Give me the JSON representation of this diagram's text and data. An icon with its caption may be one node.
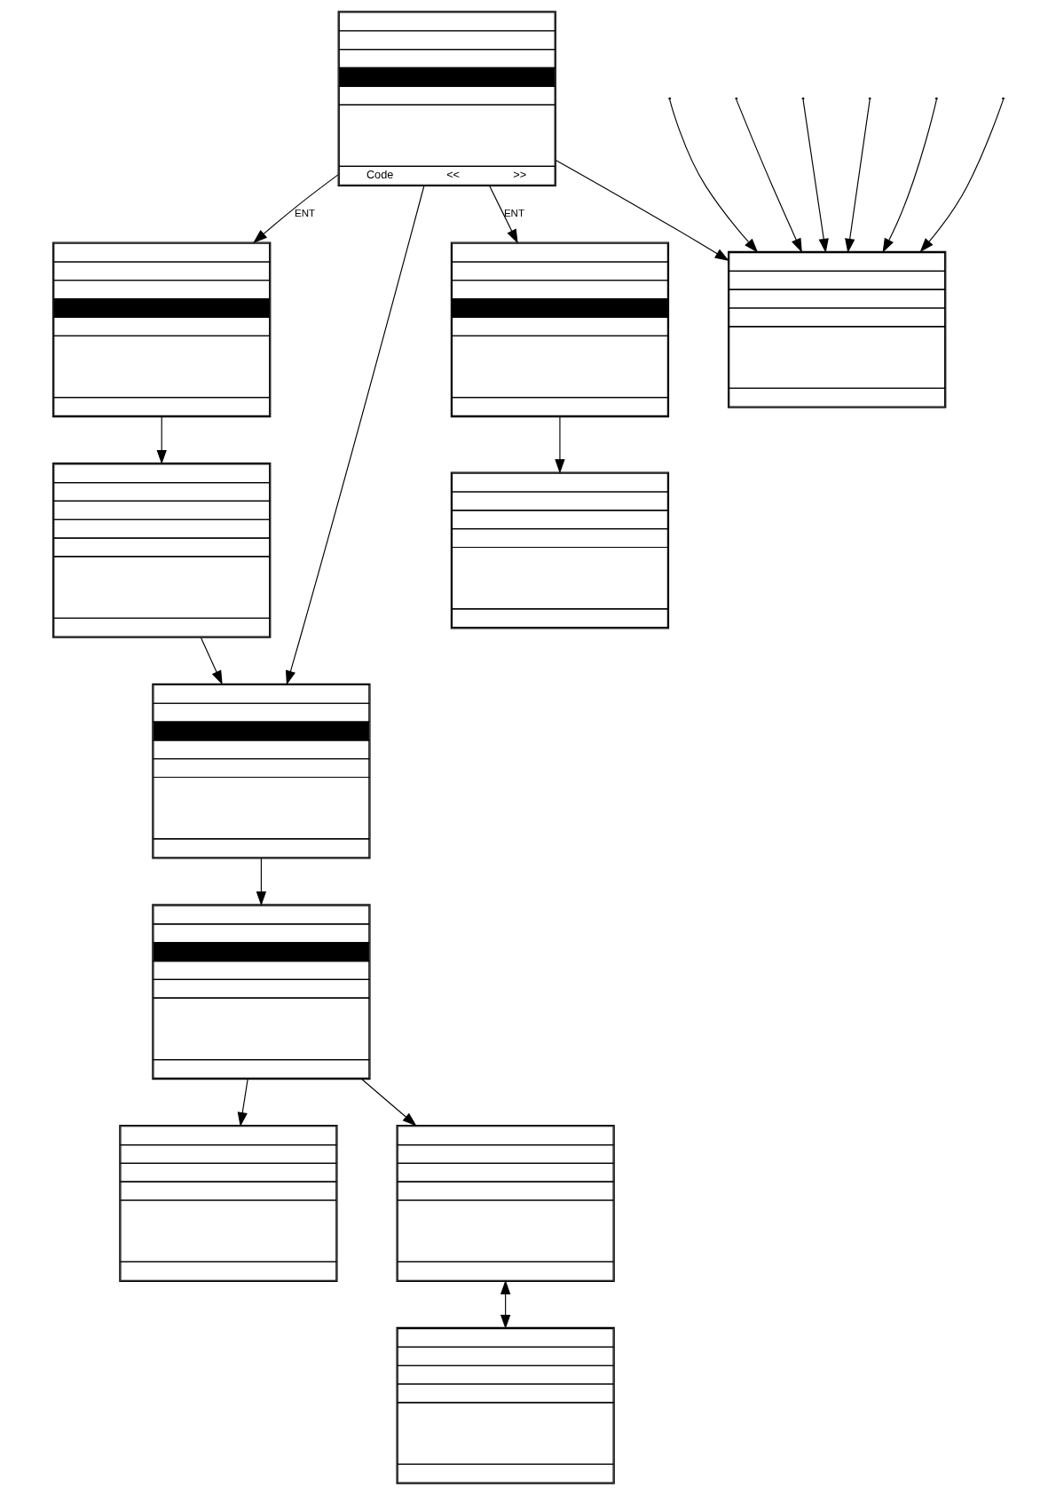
{
  "diagram": {
    "nodes": [
      {
        "text": [
          "Code",
          "<<",
          ">>"
        ]
      },
      {
        "text": [],
        "shape": "box"
      },
      {
        "text": [],
        "shape": "box"
      },
      {
        "text": [],
        "shape": "box"
      },
      {
        "text": [],
        "shape": "box"
      },
      {
        "text": [],
        "shape": "box"
      },
      {
        "text": [],
        "shape": "box"
      },
      {
        "text": [],
        "shape": "box"
      },
      {
        "text": [],
        "shape": "box"
      },
      {
        "text": [],
        "shape": "box"
      },
      {
        "text": [],
        "shape": "box"
      }
    ],
    "edges": [
      {
        "from": 0,
        "to": 1,
        "arrow": "to",
        "label": "ENT"
      },
      {
        "from": 1,
        "to": 2,
        "arrow": "to"
      },
      {
        "from": 2,
        "to": 3,
        "arrow": "to"
      },
      {
        "from": 0,
        "to": 3,
        "arrow": "to"
      },
      {
        "from": 3,
        "to": 4,
        "arrow": "to"
      },
      {
        "from": 4,
        "to": 5,
        "arrow": "to"
      },
      {
        "from": 4,
        "to": 6,
        "arrow": "to"
      },
      {
        "from": 6,
        "to": 7,
        "arrow": "both"
      },
      {
        "from": 0,
        "to": 8,
        "arrow": "to",
        "label": "ENT"
      },
      {
        "from": 8,
        "to": 9,
        "arrow": "to"
      },
      {
        "from": 0,
        "to": 10,
        "arrow": "to"
      },
      {
        "from": null,
        "to": 10,
        "arrow": "to"
      },
      {
        "from": null,
        "to": 10,
        "arrow": "to"
      },
      {
        "from": null,
        "to": 10,
        "arrow": "to"
      },
      {
        "from": null,
        "to": 10,
        "arrow": "to"
      },
      {
        "from": null,
        "to": 10,
        "arrow": "to"
      },
      {
        "from": null,
        "to": 10,
        "arrow": "to"
      }
    ]
  }
}
